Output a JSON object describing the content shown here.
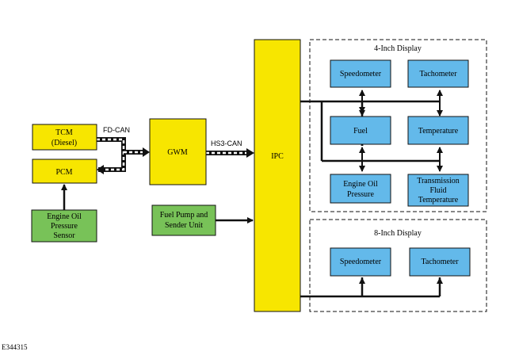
{
  "colors": {
    "yellow": "#f7e600",
    "green": "#78c258",
    "blue": "#63b9ea",
    "line": "#111111"
  },
  "nodes": {
    "tcm": [
      "TCM",
      "(Diesel)"
    ],
    "pcm": [
      "PCM"
    ],
    "sensor": [
      "Engine Oil",
      "Pressure",
      "Sensor"
    ],
    "gwm": [
      "GWM"
    ],
    "fuel_pump": [
      "Fuel Pump and",
      "Sender Unit"
    ],
    "ipc": [
      "IPC"
    ]
  },
  "buses": {
    "fd_can": "FD-CAN",
    "hs3_can": "HS3-CAN"
  },
  "display_4": {
    "title": "4-Inch Display",
    "speedometer": [
      "Speedometer"
    ],
    "tachometer": [
      "Tachometer"
    ],
    "fuel": [
      "Fuel"
    ],
    "temperature": [
      "Temperature"
    ],
    "engine_oil": [
      "Engine Oil",
      "Pressure"
    ],
    "transmission": [
      "Transmission",
      "Fluid",
      "Temperature"
    ]
  },
  "display_8": {
    "title": "8-Inch Display",
    "speedometer": [
      "Speedometer"
    ],
    "tachometer": [
      "Tachometer"
    ]
  },
  "figure_id": "E344315"
}
